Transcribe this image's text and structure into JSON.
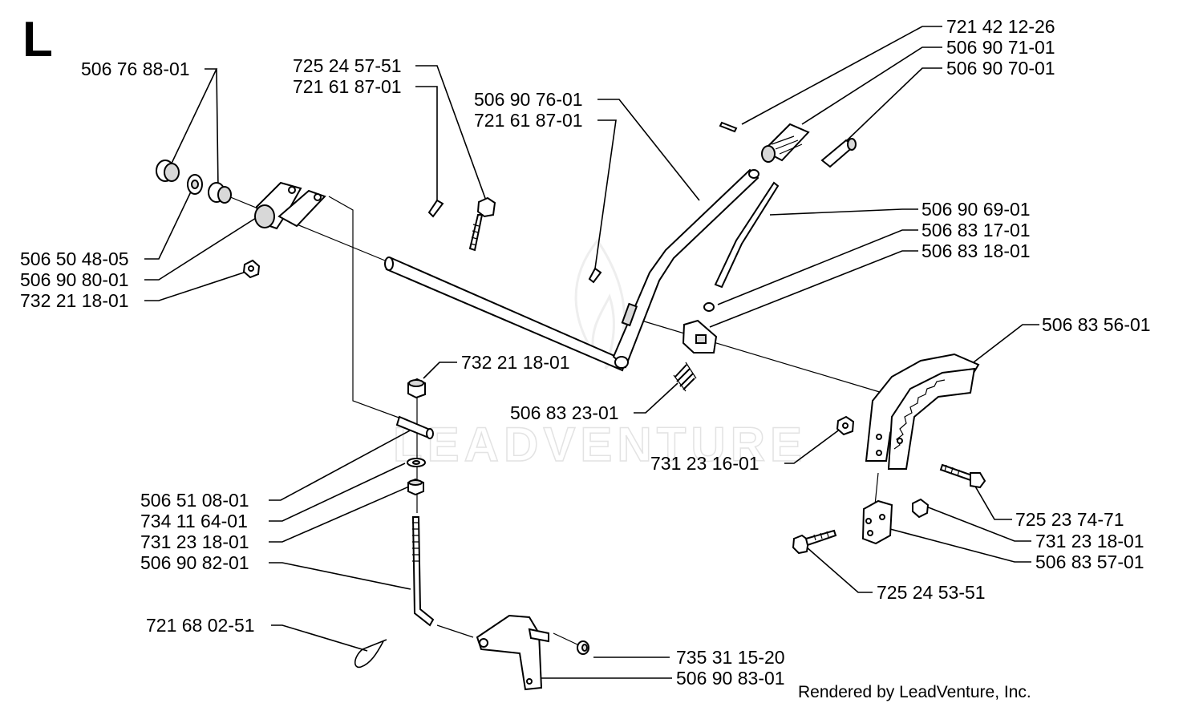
{
  "section_letter": "L",
  "credit": "Rendered by LeadVenture, Inc.",
  "watermark": "LEADVENTURE",
  "part_labels": [
    "506 76 88-01",
    "725 24 57-51",
    "721 61 87-01",
    "506 90 76-01",
    "721 61 87-01",
    "721 42 12-26",
    "506 90 71-01",
    "506 90 70-01",
    "506 90 69-01",
    "506 83 17-01",
    "506 83 18-01",
    "506 83 56-01",
    "506 50 48-05",
    "506 90 80-01",
    "732 21 18-01",
    "732 21 18-01",
    "506 83 23-01",
    "731 23 16-01",
    "725 23 74-71",
    "731 23 18-01",
    "506 83 57-01",
    "725 24 53-51",
    "506 51 08-01",
    "734 11 64-01",
    "731 23 18-01",
    "506 90 82-01",
    "721 68 02-51",
    "735 31 15-20",
    "506 90 83-01"
  ]
}
